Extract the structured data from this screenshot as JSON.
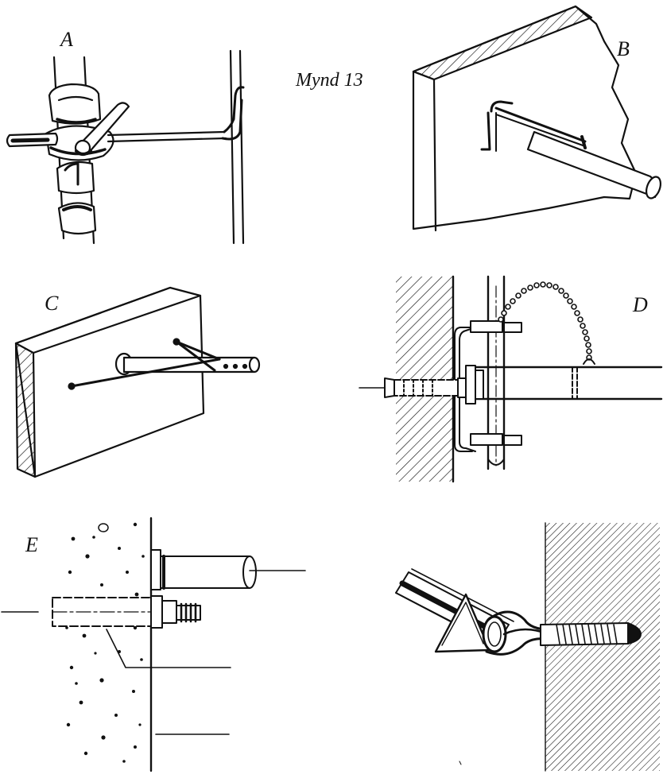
{
  "figure": {
    "caption": "Mynd 13",
    "panel_labels": {
      "a": "A",
      "b": "B",
      "c": "C",
      "d": "D",
      "e": "E"
    }
  },
  "colors": {
    "ink": "#111111",
    "paper": "#ffffff"
  }
}
